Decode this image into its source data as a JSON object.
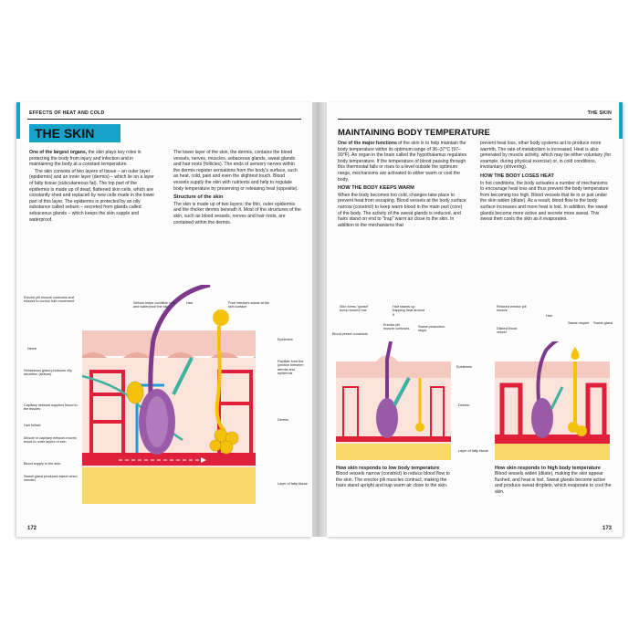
{
  "left": {
    "section_tag": "EFFECTS OF HEAT AND COLD",
    "title": "THE SKIN",
    "col1_lead": "One of the largest organs,",
    "col1_p1": " the skin plays key roles in protecting the body from injury and infection and in maintaining the body at a constant temperature.",
    "col1_p2": "The skin consists of two layers of tissue – an outer layer (epidermis) and an inner layer (dermis) – which lie on a layer of fatty tissue (subcutaneous fat). The top part of the epidermis is made up of dead, flattened skin cells, which are constantly shed and replaced by new cells made in the lower part of this layer. The epidermis is protected by an oily substance called sebum – secreted from glands called sebaceous glands – which keeps the skin supple and waterproof.",
    "col2_p1": "The lower layer of the skin, the dermis, contains the blood vessels, nerves, muscles, sebaceous glands, sweat glands and hair roots (follicles). The ends of sensory nerves within the dermis register sensations from the body's surface, such as heat, cold, pain and even the slightest touch. Blood vessels supply the skin with nutrients and help to regulate body temperature by preserving or releasing heat (opposite).",
    "structure_heading": "Structure of the skin",
    "structure_text": "The skin is made up of two layers: the thin, outer epidermis and the thicker dermis beneath it. Most of the structures of the skin, such as blood vessels, nerves and hair roots, are contained within the dermis.",
    "labels": {
      "erector": "Erector pili muscle contracts and relaxes to control hair movement",
      "sebum": "Sebum helps condition hair and waterproof the skin",
      "hair": "Hair",
      "pore": "Pore releases sweat at the skin surface",
      "nerve": "Nerve",
      "sebaceous": "Sebaceous gland produces oily secretion (sebum)",
      "capillary": "Capillary network supplies blood to the tissues",
      "follicle": "Hair follicle",
      "muscle_capillary": "Muscle in capillary network moves blood to outer layers of skin",
      "blood_supply": "Blood supply to the skin",
      "sweat_gland": "Sweat gland produces sweat when needed",
      "epidermis": "Epidermis",
      "papillae": "Papillae form the junction between dermis and epidermis",
      "dermis": "Dermis",
      "fat": "Layer of fatty tissue"
    },
    "page_number": "172"
  },
  "right": {
    "section_tag": "THE SKIN",
    "heading": "MAINTAINING BODY TEMPERATURE",
    "col1_lead": "One of the major functions",
    "col1_p1": " of the skin is to help maintain the body temperature within its optimum range of 36–37°C (97–99°F). An organ in the brain called the hypothalamus regulates body temperature. If the temperature of blood passing through this thermostat falls or rises to a level outside the optimum range, mechanisms are activated to either warm or cool the body.",
    "warm_heading": "HOW THE BODY KEEPS WARM",
    "warm_text": "When the body becomes too cold, changes take place to prevent heat from escaping. Blood vessels at the body surface narrow (constrict) to keep warm blood in the main part (core) of the body. The activity of the sweat glands is reduced, and hairs stand on end to \"trap\" warm air close to the skin. In addition to the mechanisms that",
    "col2_p1": "prevent heat loss, other body systems act to produce more warmth. The rate of metabolism is increased. Heat is also generated by muscle activity, which may be either voluntary (for example, during physical exercise) or, in cold conditions, involuntary (shivering).",
    "loses_heading": "HOW THE BODY LOSES HEAT",
    "loses_text": "In hot conditions, the body activates a number of mechanisms to encourage heat loss and thus prevent the body temperature from becoming too high. Blood vessels that lie in or just under the skin widen (dilate). As a result, blood flow to the body surface increases and more heat is lost. In addition, the sweat glands become more active and secrete more sweat. This sweat then cools the skin as it evaporates.",
    "labels": {
      "goose": "Skin forms \"goose\" bump around hair",
      "hair_stands": "Hair stands up trapping heat around it",
      "erector": "Erector pili muscle contracts",
      "sweat_stops": "Sweat production stops",
      "vessel_constricts": "Blood vessel constricts",
      "relaxed_erector": "Relaxed erector pili muscle",
      "hair": "Hair",
      "sweat_droplet": "Sweat droplet",
      "sweat_gland": "Sweat gland",
      "dilated": "Dilated blood vessel",
      "epidermis": "Epidermis",
      "dermis": "Dermis",
      "fat": "Layer of fatty tissue"
    },
    "cold_caption_heading": "How skin responds to low body temperature",
    "cold_caption_text": "Blood vessels narrow (constrict) to reduce blood flow to the skin. The erector pili muscles contract, making the hairs stand upright and trap warm air close to the skin.",
    "hot_caption_heading": "How skin responds to high body temperature",
    "hot_caption_text": "Blood vessels widen (dilate), making the skin appear flushed, and heat is lost. Sweat glands become active and produce sweat droplets, which evaporate to cool the skin.",
    "page_number": "173"
  },
  "colors": {
    "accent": "#16a3c9",
    "epidermis": "#f3c9c0",
    "dermis": "#fbe3dc",
    "fat": "#f7d96a",
    "vessel": "#e0203a",
    "hair": "#7d3a8c",
    "sweat": "#f4c20d",
    "nerve": "#3bb3a0"
  }
}
